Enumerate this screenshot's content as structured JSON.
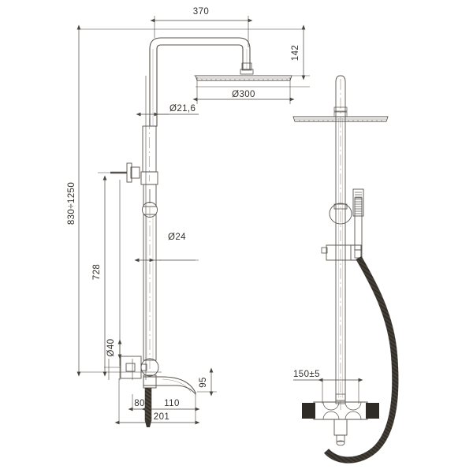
{
  "document": {
    "type": "technical-drawing",
    "subject": "Thermostatic shower column with overhead rain shower and hand shower",
    "views": [
      "side-elevation",
      "front-elevation"
    ],
    "units": "mm",
    "line_color": "#58524b",
    "dimension_color": "#34302b",
    "background_color": "#ffffff"
  },
  "dimensions": {
    "arm_reach": "370",
    "head_height": "142",
    "head_diameter": "Ø300",
    "riser_upper_diameter": "Ø21,6",
    "riser_lower_diameter": "Ø24",
    "wall_flange_diameter": "Ø40",
    "total_height_range": "830÷1250",
    "rail_length": "728",
    "spout_drop": "95",
    "inlet_offset": "80",
    "spout_projection": "110",
    "overall_projection": "201",
    "inlet_centers": "150±5"
  },
  "labels": [
    {
      "id": "arm-reach",
      "text": "370",
      "rotated": false
    },
    {
      "id": "head-height",
      "text": "142",
      "rotated": true
    },
    {
      "id": "head-diameter",
      "text": "Ø300",
      "rotated": false
    },
    {
      "id": "riser-upper-dia",
      "text": "Ø21,6",
      "rotated": false
    },
    {
      "id": "riser-lower-dia",
      "text": "Ø24",
      "rotated": false
    },
    {
      "id": "flange-dia",
      "text": "Ø40",
      "rotated": true
    },
    {
      "id": "total-height",
      "text": "830÷1250",
      "rotated": true
    },
    {
      "id": "rail-length",
      "text": "728",
      "rotated": true
    },
    {
      "id": "spout-drop",
      "text": "95",
      "rotated": true
    },
    {
      "id": "inlet-offset",
      "text": "80",
      "rotated": false
    },
    {
      "id": "spout-projection",
      "text": "110",
      "rotated": false
    },
    {
      "id": "overall-projection",
      "text": "201",
      "rotated": false
    },
    {
      "id": "inlet-centers",
      "text": "150±5",
      "rotated": false
    }
  ],
  "components": {
    "overhead_shower": "rain-shower-head",
    "shower_arm": "curved-shower-arm",
    "riser": "riser-pipe",
    "wall_bracket": "wall-mount-bracket",
    "slider": "hand-shower-slider",
    "hand_shower": "hand-shower",
    "hose": "flexible-hose",
    "valve": "thermostatic-mixer-valve",
    "spout": "bath-spout"
  }
}
